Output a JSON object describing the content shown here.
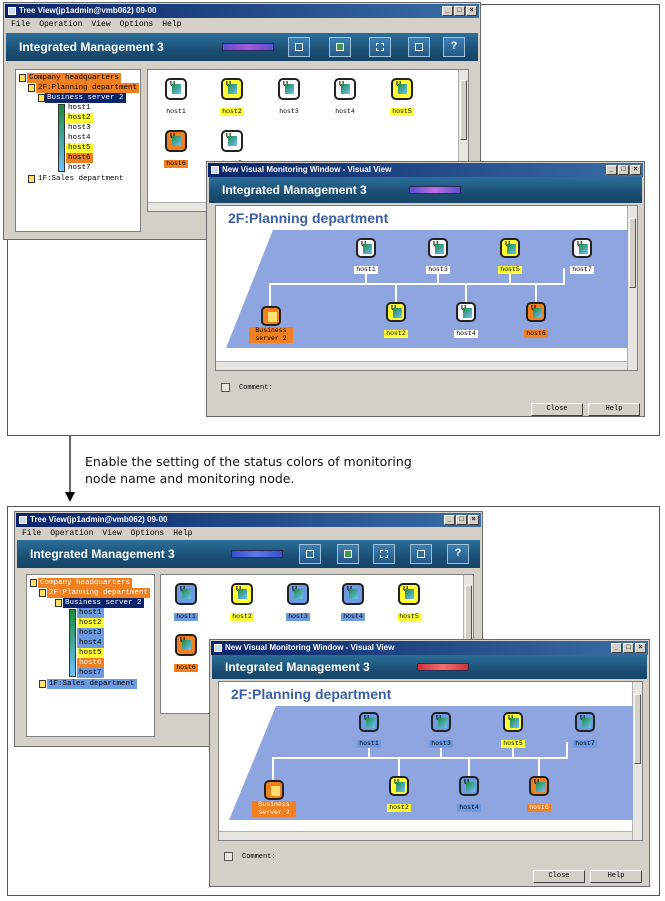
{
  "tree_title": "Tree View(jp1admin@vmb062) 09-00",
  "visual_title": "New Visual Monitoring Window - Visual View",
  "menu": [
    "File",
    "Operation",
    "View",
    "Options",
    "Help"
  ],
  "banner_title": "Integrated Management 3",
  "window_buttons": [
    "_",
    "□",
    "×"
  ],
  "help_glyph": "?",
  "tree": {
    "root": "Company headquarters",
    "planning": "2F:Planning department",
    "server": "Business server 2",
    "hosts": [
      "host1",
      "host2",
      "host3",
      "host4",
      "host5",
      "host6",
      "host7"
    ],
    "sales": "1F:Sales department"
  },
  "map": {
    "title": "2F:Planning department",
    "server_label": "Business server 2"
  },
  "comment_label": "Comment:",
  "close_label": "Close",
  "help_label": "Help",
  "caption": "Enable the setting of the status colors of monitoring node name and monitoring node.",
  "colors": {
    "normal": "#ffffff",
    "warning": "#ffff33",
    "error": "#f08020",
    "blue_state": "#6d9ae0",
    "map_bg": "#8fa5e0",
    "banner": "#1b4f76"
  },
  "icons": {
    "window": "app-window-icon",
    "host": "monitoring-node-icon",
    "server": "server-node-icon"
  }
}
